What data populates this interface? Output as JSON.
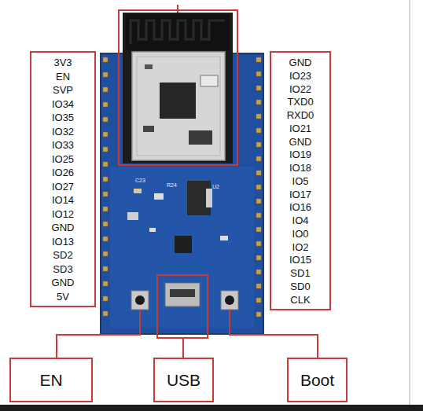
{
  "diagram": {
    "nodes": [
      {
        "text": [
          "3V3",
          "EN",
          "SVP",
          "IO34",
          "IO35",
          "IO32",
          "IO33",
          "IO25",
          "IO26",
          "IO27",
          "IO14",
          "IO12",
          "GND",
          "IO13",
          "SD2",
          "SD3",
          "GND",
          "5V"
        ]
      },
      {
        "text": [
          "GND",
          "IO23",
          "IO22",
          "TXD0",
          "RXD0",
          "IO21",
          "GND",
          "IO19",
          "IO18",
          "IO5",
          "IO17",
          "IO16",
          "IO4",
          "IO0",
          "IO2",
          "IO15",
          "SD1",
          "SD0",
          "CLK"
        ]
      },
      {
        "text": [
          "EN"
        ]
      },
      {
        "text": [
          "USB"
        ]
      },
      {
        "text": [
          "Boot"
        ]
      }
    ],
    "labels": [
      "C23",
      "R24",
      "U2"
    ]
  }
}
